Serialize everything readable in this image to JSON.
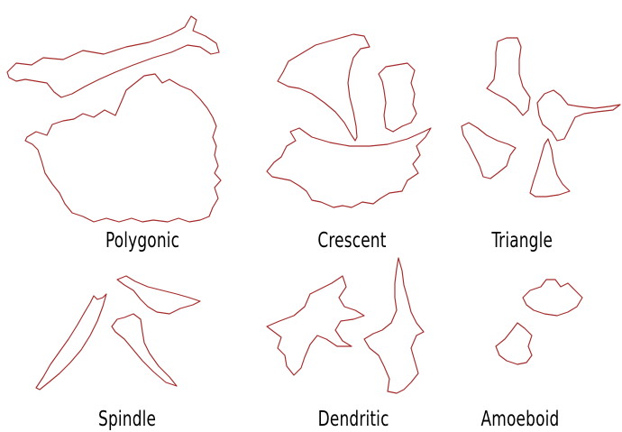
{
  "outline_color": "#a52a2a",
  "categories": [
    {
      "id": "polygonic",
      "label": "Polygonic"
    },
    {
      "id": "crescent",
      "label": "Crescent"
    },
    {
      "id": "triangle",
      "label": "Triangle"
    },
    {
      "id": "spindle",
      "label": "Spindle"
    },
    {
      "id": "dendritic",
      "label": "Dendritic"
    },
    {
      "id": "amoeboid",
      "label": "Amoeboid"
    }
  ]
}
